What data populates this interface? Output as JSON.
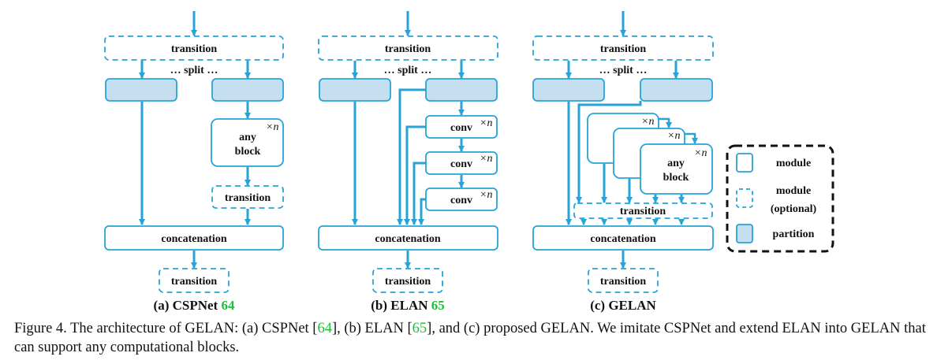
{
  "panels": {
    "a": {
      "title": "(a) CSPNet",
      "cite": "64"
    },
    "b": {
      "title": "(b) ELAN",
      "cite": "65"
    },
    "c": {
      "title": "(c) GELAN",
      "cite": ""
    }
  },
  "labels": {
    "transition": "transition",
    "split": "… split …",
    "concatenation": "concatenation",
    "any": "any",
    "block": "block",
    "conv": "conv",
    "xn": "×n"
  },
  "legend": {
    "module": "module",
    "module_optional_1": "module",
    "module_optional_2": "(optional)",
    "partition": "partition"
  },
  "caption": {
    "p1": "Figure 4. The architecture of GELAN: (a) CSPNet [",
    "c1": "64",
    "p2": "], (b) ELAN [",
    "c2": "65",
    "p3": "], and (c) proposed GELAN. We imitate CSPNet and extend ELAN into GELAN that can support any computational blocks."
  },
  "colors": {
    "stroke": "#27a3d6",
    "partition_fill": "#c6dff0",
    "citation": "#1fbf3a"
  }
}
